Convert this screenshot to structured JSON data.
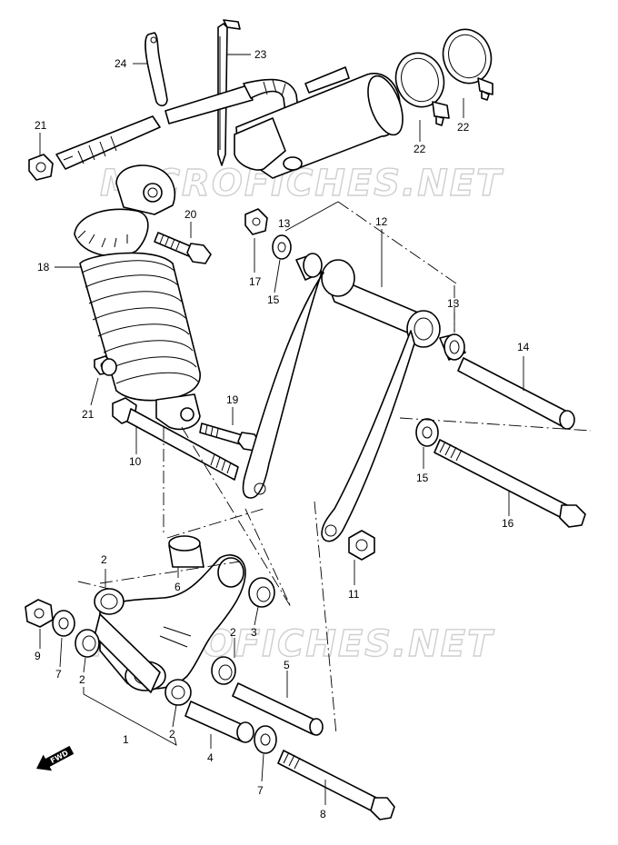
{
  "watermarks": [
    "MICROFICHES.NET",
    "MICROFICHES.NET"
  ],
  "fwd_label": "FWD",
  "callouts": [
    {
      "id": "c24",
      "label": "24"
    },
    {
      "id": "c23",
      "label": "23"
    },
    {
      "id": "c21a",
      "label": "21"
    },
    {
      "id": "c22a",
      "label": "22"
    },
    {
      "id": "c22b",
      "label": "22"
    },
    {
      "id": "c20",
      "label": "20"
    },
    {
      "id": "c18",
      "label": "18"
    },
    {
      "id": "c13a",
      "label": "13"
    },
    {
      "id": "c12",
      "label": "12"
    },
    {
      "id": "c17",
      "label": "17"
    },
    {
      "id": "c15a",
      "label": "15"
    },
    {
      "id": "c13b",
      "label": "13"
    },
    {
      "id": "c14",
      "label": "14"
    },
    {
      "id": "c21b",
      "label": "21"
    },
    {
      "id": "c19",
      "label": "19"
    },
    {
      "id": "c10",
      "label": "10"
    },
    {
      "id": "c15b",
      "label": "15"
    },
    {
      "id": "c16",
      "label": "16"
    },
    {
      "id": "c2a",
      "label": "2"
    },
    {
      "id": "c6",
      "label": "6"
    },
    {
      "id": "c11",
      "label": "11"
    },
    {
      "id": "c3",
      "label": "3"
    },
    {
      "id": "c9",
      "label": "9"
    },
    {
      "id": "c7a",
      "label": "7"
    },
    {
      "id": "c2b",
      "label": "2"
    },
    {
      "id": "c2c",
      "label": "2"
    },
    {
      "id": "c5",
      "label": "5"
    },
    {
      "id": "c1",
      "label": "1"
    },
    {
      "id": "c2d",
      "label": "2"
    },
    {
      "id": "c4",
      "label": "4"
    },
    {
      "id": "c7b",
      "label": "7"
    },
    {
      "id": "c8",
      "label": "8"
    }
  ]
}
